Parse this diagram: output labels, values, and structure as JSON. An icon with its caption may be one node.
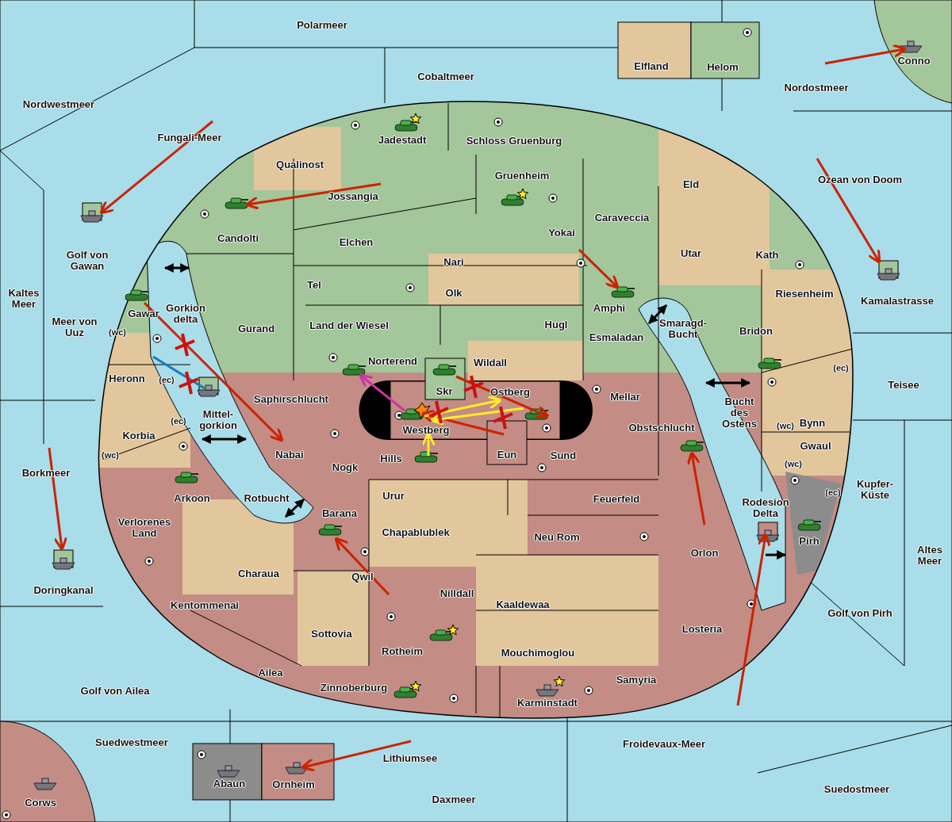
{
  "diagram": {
    "labels": [
      "Polarmeer",
      "Elfland",
      "Helom",
      "Conno",
      "Cobaltmeer",
      "Nordostmeer",
      "Nordwestmeer",
      "Jadestadt",
      "Schloss Gruenburg",
      "Fungali-Meer",
      "Qualinost",
      "Gruenheim",
      "Ozean von Doom",
      "Eld",
      "Jossangia",
      "Caraveccia",
      "Yokai",
      "Candolti",
      "Elchen",
      "Utar",
      "Kath",
      "Golf von Gawan",
      "Nari",
      "Tel",
      "Olk",
      "Kaltes Meer",
      "Riesenheim",
      "Kamalastrasse",
      "Amphi",
      "Gawar",
      "Gorkion delta",
      "Meer von Uuz",
      "Gurand",
      "Land der Wiesel",
      "Hugl",
      "(wc)",
      "Smaragd-Bucht",
      "Bridon",
      "Esmaladan",
      "Norterend",
      "Wildall",
      "(ec)",
      "Heronn",
      "(ec)",
      "Teisee",
      "Skr",
      "Ostberg",
      "Mellar",
      "Saphirschlucht",
      "Mittel-gorkion",
      "Bucht des Ostens",
      "Westberg",
      "Obstschlucht",
      "(ec)",
      "(wc)",
      "Bynn",
      "Korbia",
      "Gwaul",
      "Nabai",
      "(wc)",
      "Hills",
      "Eun",
      "Sund",
      "(wc)",
      "Nogk",
      "Borkmeer",
      "Kupfer-Küste",
      "(ec)",
      "Urur",
      "Rotbucht",
      "Arkoon",
      "Feuerfeld",
      "Rodesion Delta",
      "Barana",
      "Verlorenes Land",
      "Chapablublek",
      "Neu Rom",
      "Pirh",
      "Orlon",
      "Altes Meer",
      "Charaua",
      "Qwil",
      "Doringkanal",
      "Nilldall",
      "Kentommenai",
      "Kaaldewaa",
      "Golf von Pirh",
      "Losteria",
      "Sottovia",
      "Rotheim",
      "Mouchimoglou",
      "Ailea",
      "Samyria",
      "Zinnoberburg",
      "Golf von Ailea",
      "Karminstadt",
      "Suedwestmeer",
      "Froidevaux-Meer",
      "Lithiumsee",
      "Abaun",
      "Ornheim",
      "Suedostmeer",
      "Corws",
      "Daxmeer"
    ]
  }
}
